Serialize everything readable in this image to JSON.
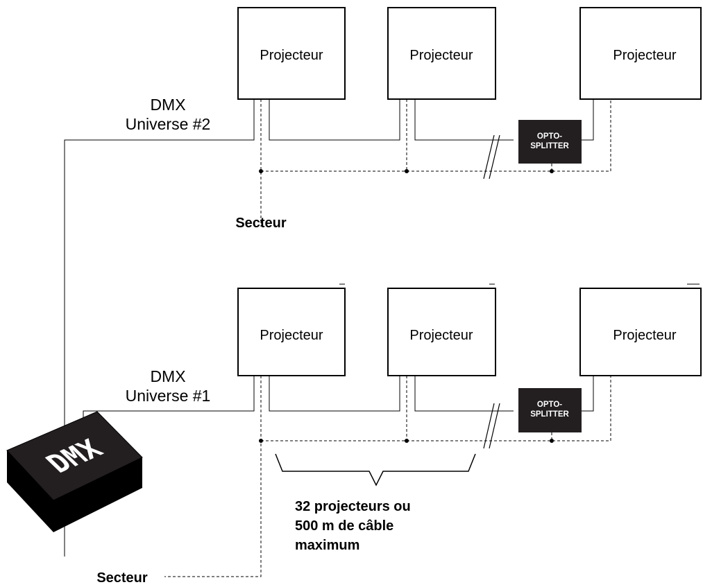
{
  "fixture_label": "Projecteur",
  "universe2": {
    "line1": "DMX",
    "line2": "Universe #2",
    "power_label": "Secteur"
  },
  "universe1": {
    "line1": "DMX",
    "line2": "Universe #1",
    "power_label": "Secteur"
  },
  "splitter": {
    "line1": "OPTO-",
    "line2": "SPLITTER"
  },
  "console": {
    "label": "DMX"
  },
  "limit_note": {
    "line1": "32 projecteurs ou",
    "line2": "500 m de câble",
    "line3": "maximum"
  }
}
